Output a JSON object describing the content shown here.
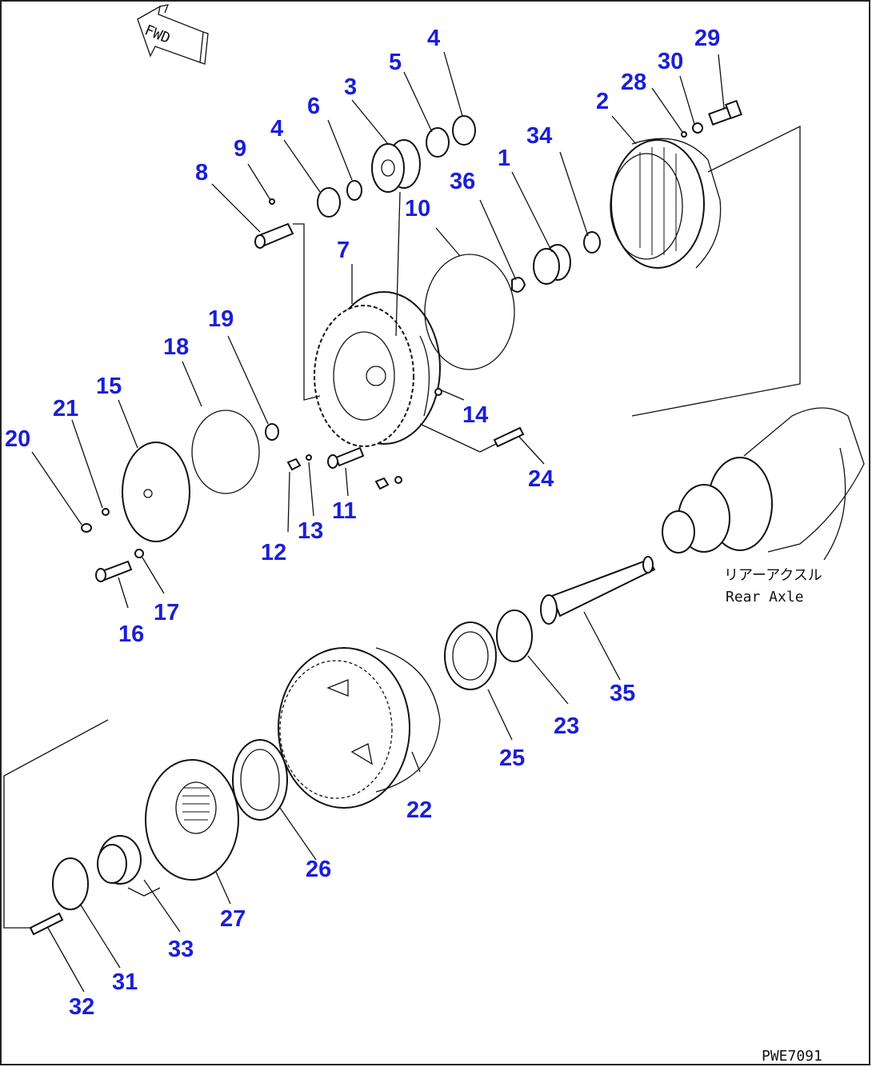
{
  "fwd": "FWD",
  "rear_axle_jp": "リアーアクスル",
  "rear_axle_en": "Rear Axle",
  "drawing_id": "PWE7091",
  "parts": [
    {
      "label": "1"
    },
    {
      "label": "2"
    },
    {
      "label": "3"
    },
    {
      "label": "4"
    },
    {
      "label": "4"
    },
    {
      "label": "5"
    },
    {
      "label": "6"
    },
    {
      "label": "7"
    },
    {
      "label": "8"
    },
    {
      "label": "9"
    },
    {
      "label": "10"
    },
    {
      "label": "11"
    },
    {
      "label": "12"
    },
    {
      "label": "13"
    },
    {
      "label": "14"
    },
    {
      "label": "15"
    },
    {
      "label": "16"
    },
    {
      "label": "17"
    },
    {
      "label": "18"
    },
    {
      "label": "19"
    },
    {
      "label": "20"
    },
    {
      "label": "21"
    },
    {
      "label": "22"
    },
    {
      "label": "23"
    },
    {
      "label": "24"
    },
    {
      "label": "25"
    },
    {
      "label": "26"
    },
    {
      "label": "27"
    },
    {
      "label": "28"
    },
    {
      "label": "29"
    },
    {
      "label": "30"
    },
    {
      "label": "31"
    },
    {
      "label": "32"
    },
    {
      "label": "33"
    },
    {
      "label": "34"
    },
    {
      "label": "35"
    },
    {
      "label": "36"
    }
  ]
}
